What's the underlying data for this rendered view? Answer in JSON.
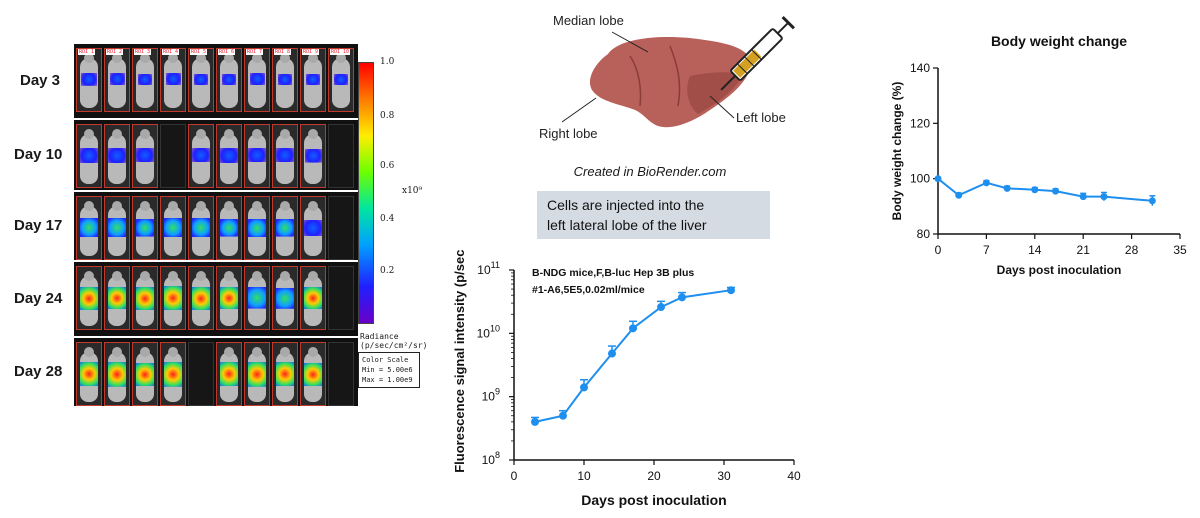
{
  "ivis": {
    "days": [
      "Day 3",
      "Day 10",
      "Day 17",
      "Day 24",
      "Day 28"
    ],
    "roi_row1": [
      "ROI 1",
      "ROI 2",
      "ROI 3",
      "ROI 4",
      "ROI 5",
      "ROI 6",
      "ROI 7",
      "ROI 8",
      "ROI 9",
      "ROI 10"
    ],
    "scale_ticks": [
      "1.0",
      "0.8",
      "0.6",
      "0.4",
      "0.2"
    ],
    "scale_exponent": "x10⁹",
    "radiance_label": "Radiance",
    "radiance_units": "(p/sec/cm²/sr)",
    "color_scale_title": "Color Scale",
    "color_scale_min": "Min = 5.00e6",
    "color_scale_max": "Max = 1.00e9"
  },
  "liver": {
    "median_lobe": "Median lobe",
    "right_lobe": "Right lobe",
    "left_lobe": "Left lobe",
    "credit": "Created in BioRender.com",
    "note_line1": "Cells are injected into the",
    "note_line2": "left lateral lobe of the liver"
  },
  "colors": {
    "series": "#1f8fef",
    "liver": "#b8605a",
    "syringe_fill": "#d4a020"
  },
  "chart_data": [
    {
      "type": "line",
      "title": "",
      "annotation_line1": "B-NDG mice,F,B-luc Hep 3B plus",
      "annotation_line2": "#1-A6,5E5,0.02ml/mice",
      "xlabel": "Days post inoculation",
      "ylabel": "Fluorescence signal intensity (p/sec)",
      "xlim": [
        0,
        40
      ],
      "xticks": [
        "0",
        "10",
        "20",
        "30",
        "40"
      ],
      "ylim": [
        100000000,
        100000000000
      ],
      "yscale": "log",
      "yticks": [
        {
          "value": 100000000,
          "base": "10",
          "exp": "8"
        },
        {
          "value": 1000000000,
          "base": "10",
          "exp": "9"
        },
        {
          "value": 10000000000,
          "base": "10",
          "exp": "10"
        },
        {
          "value": 100000000000,
          "base": "10",
          "exp": "11"
        }
      ],
      "series": [
        {
          "x": [
            3,
            7,
            10,
            14,
            17,
            21,
            24,
            31
          ],
          "y": [
            400000000,
            500000000,
            1400000000,
            4800000000,
            12000000000,
            26000000000,
            37000000000,
            48000000000
          ],
          "err": [
            70000000,
            100000000,
            450000000,
            1500000000,
            3500000000,
            6000000000,
            7000000000,
            5000000000
          ]
        }
      ]
    },
    {
      "type": "line",
      "title": "Body weight change",
      "xlabel": "Days post inoculation",
      "ylabel": "Body weight change (%)",
      "xlim": [
        0,
        35
      ],
      "xticks": [
        "0",
        "7",
        "14",
        "21",
        "28",
        "35"
      ],
      "ylim": [
        80,
        140
      ],
      "yticks": [
        "80",
        "100",
        "120",
        "140"
      ],
      "series": [
        {
          "x": [
            0,
            3,
            7,
            10,
            14,
            17,
            21,
            24,
            31
          ],
          "y": [
            100,
            94,
            98.5,
            96.5,
            96,
            95.5,
            93.5,
            93.5,
            92
          ],
          "err": [
            0,
            0.8,
            0.8,
            0.8,
            0.8,
            0.8,
            1.2,
            1.5,
            1.8
          ]
        }
      ]
    }
  ]
}
